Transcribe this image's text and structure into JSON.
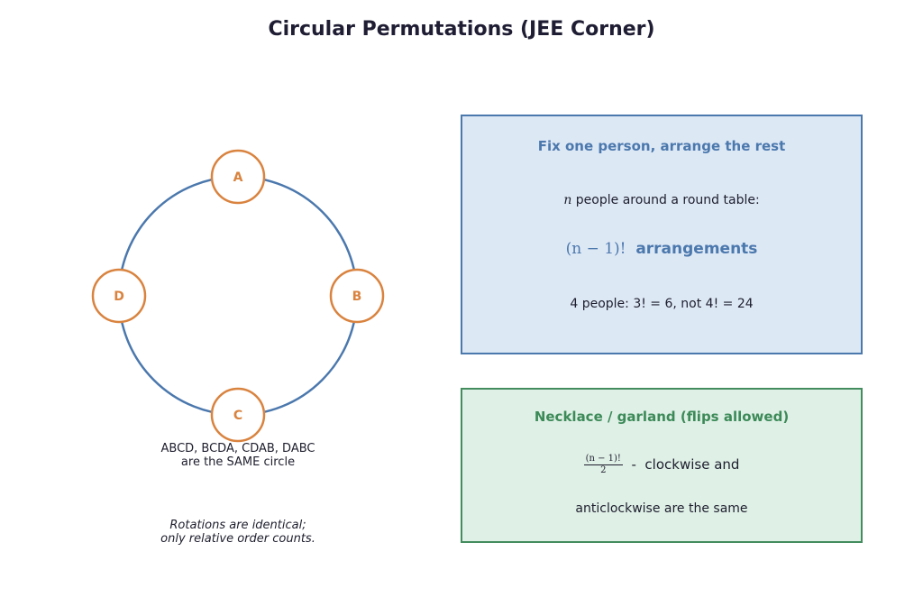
{
  "title": "Circular Permutations  (JEE Corner)",
  "diagram": {
    "nodes": [
      {
        "label": "A",
        "angle_deg": 90
      },
      {
        "label": "B",
        "angle_deg": 0
      },
      {
        "label": "C",
        "angle_deg": 270
      },
      {
        "label": "D",
        "angle_deg": 180
      }
    ],
    "colors": {
      "circle": "#4b78ad",
      "node_stroke": "#d9833f",
      "node_text": "#d9833f"
    },
    "caption_same_line1": "ABCD, BCDA, CDAB, DABC",
    "caption_same_line2": "are the SAME circle",
    "caption_note_line1": "Rotations are identical;",
    "caption_note_line2": "only relative order counts."
  },
  "fix_box": {
    "heading": "Fix one person, arrange the rest",
    "line1_var": "n",
    "line1_rest": " people around a round table:",
    "formula": "(n − 1)!",
    "formula_word": "arrangements",
    "example": "4 people: 3! = 6, not 4! = 24",
    "colors": {
      "fill": "#dde8f5",
      "border": "#4b78ad"
    }
  },
  "necklace_box": {
    "heading": "Necklace / garland (flips allowed)",
    "frac_num": "(n − 1)!",
    "frac_den": "2",
    "line1_rest": "  -  clockwise and",
    "line2": "anticlockwise are the same",
    "colors": {
      "fill": "#dff0e6",
      "border": "#438c5e"
    }
  }
}
